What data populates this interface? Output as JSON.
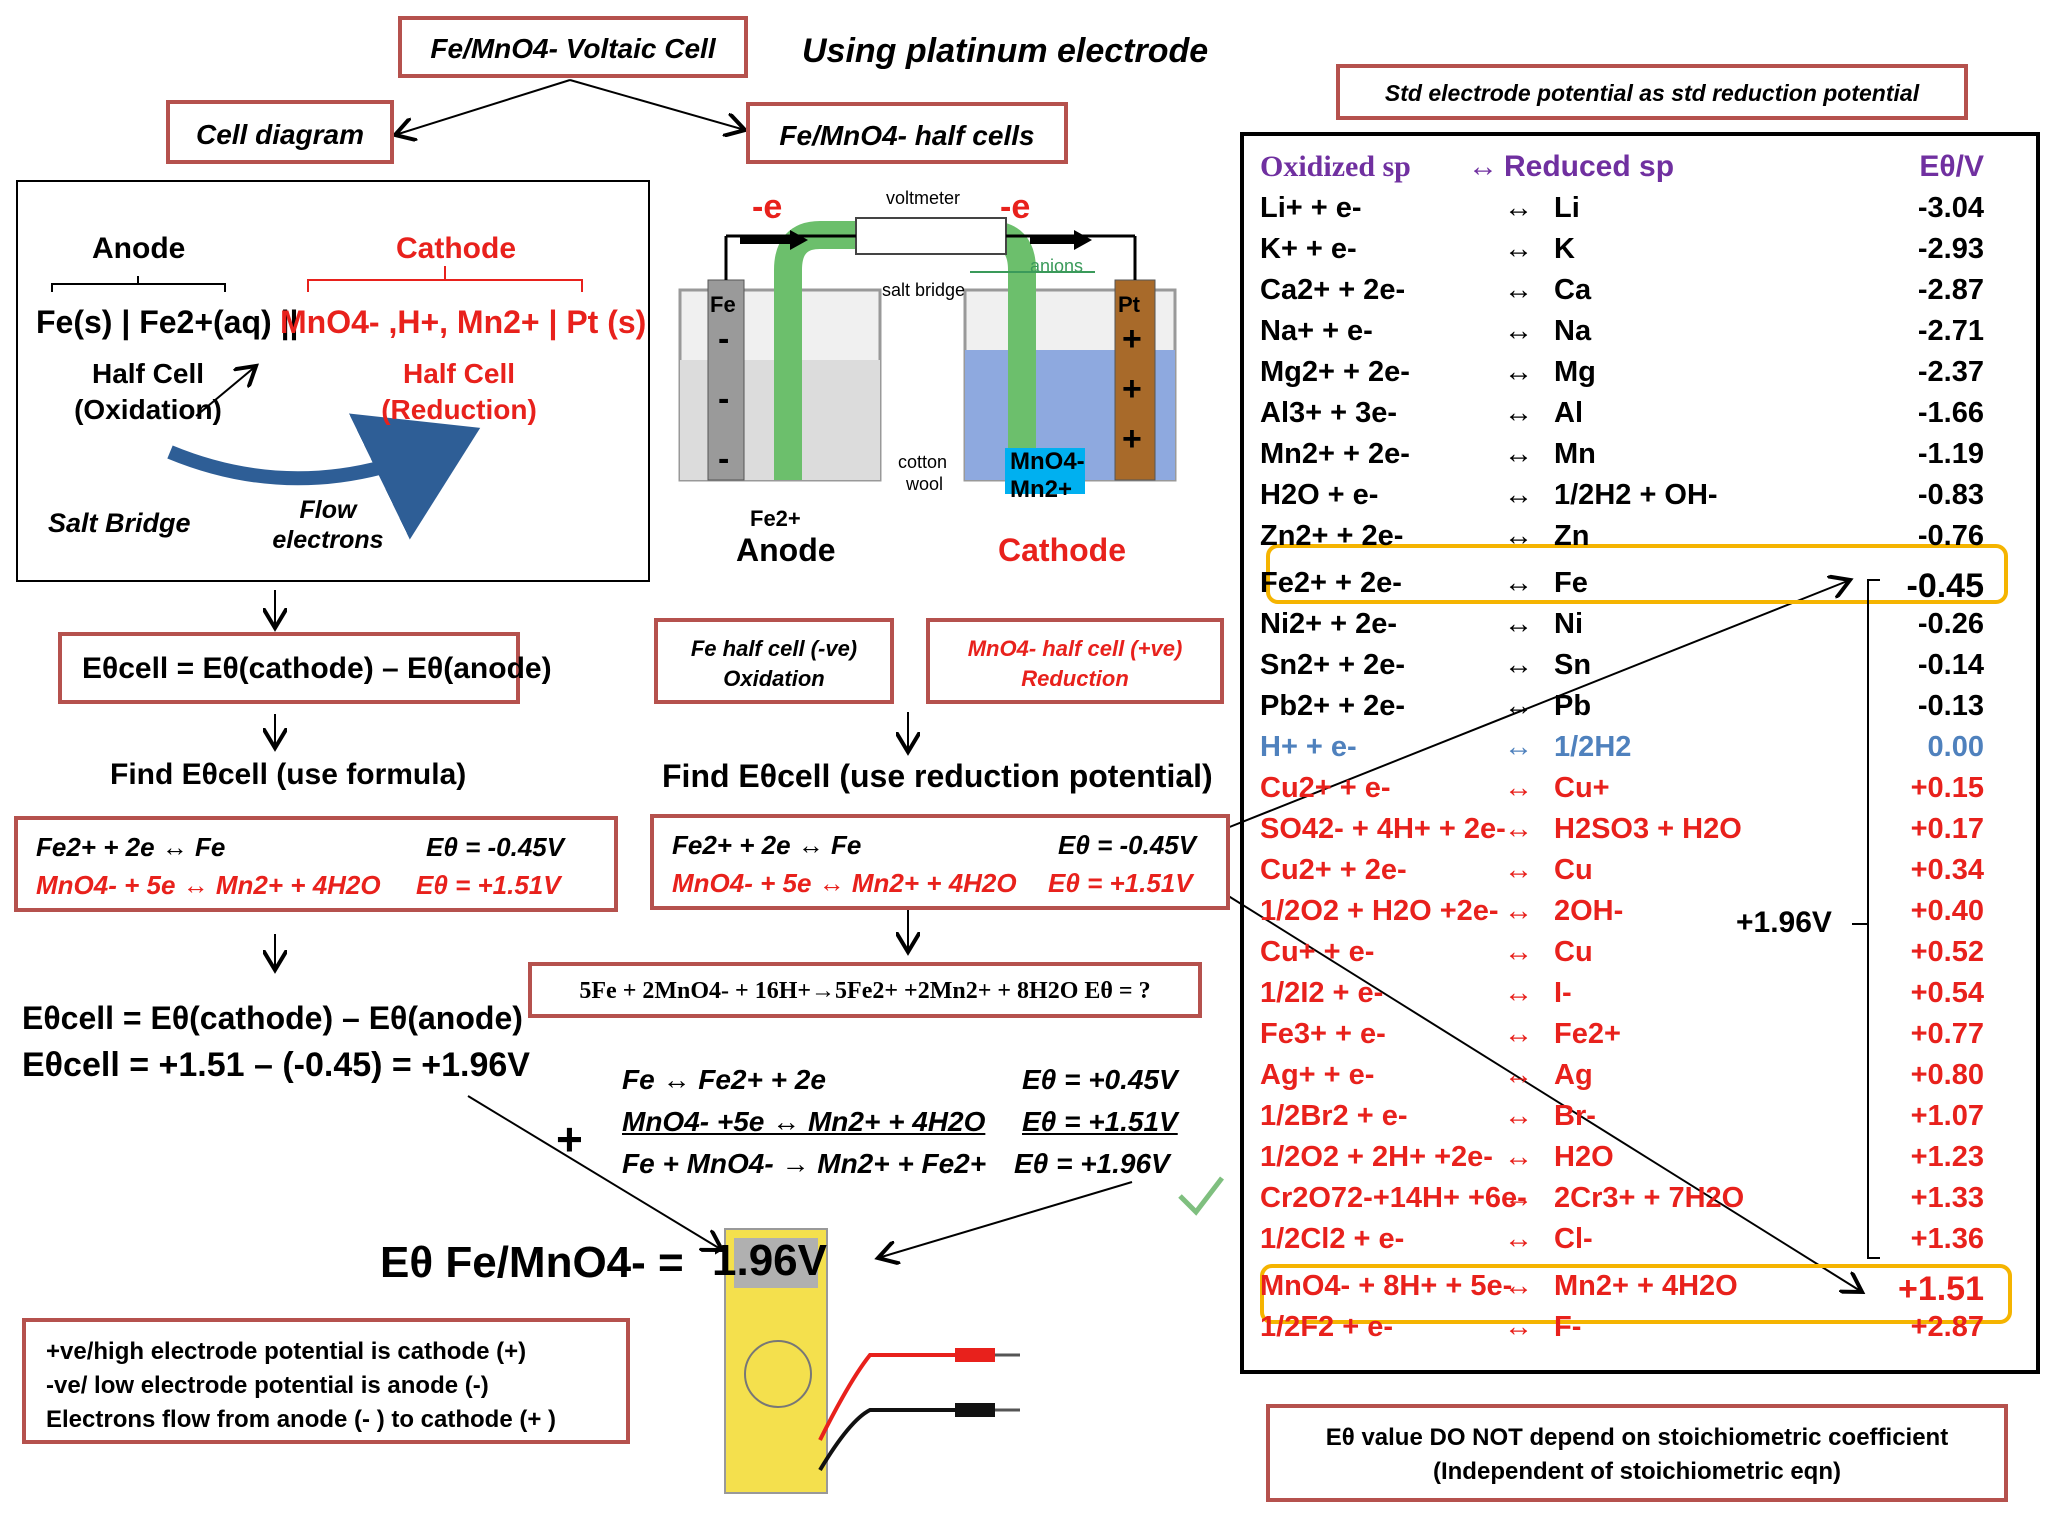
{
  "title": "Fe/MnO4- Voltaic Cell",
  "subtitle": "Using platinum electrode",
  "cell_diagram_label": "Cell diagram",
  "half_cells_label": "Fe/MnO4- half cells",
  "std_potential_label": "Std electrode potential as std reduction potential",
  "diagram": {
    "anode": "Anode",
    "cathode": "Cathode",
    "notation_left": "Fe(s) | Fe2+(aq) ||",
    "notation_right": "MnO4- ,H+, Mn2+ | Pt (s)",
    "half_ox_1": "Half Cell",
    "half_ox_2": "(Oxidation)",
    "half_red_1": "Half Cell",
    "half_red_2": "(Reduction)",
    "salt_bridge": "Salt Bridge",
    "flow_1": "Flow",
    "flow_2": "electrons"
  },
  "apparatus": {
    "voltmeter": "voltmeter",
    "e_left": "-e",
    "e_right": "-e",
    "anions": "anions",
    "salt_bridge": "salt bridge",
    "fe": "Fe",
    "pt": "Pt",
    "cotton": "cotton",
    "wool": "wool",
    "mno4": "MnO4-",
    "mn2": "Mn2+",
    "fe2": "Fe2+",
    "anode": "Anode",
    "cathode": "Cathode"
  },
  "fe_half_1": "Fe half cell (-ve)",
  "fe_half_2": "Oxidation",
  "mno4_half_1": "MnO4- half cell (+ve)",
  "mno4_half_2": "Reduction",
  "formula": "Eθcell = Eθ(cathode) – Eθ(anode)",
  "find_formula": "Find Eθcell (use formula)",
  "find_reduction": "Find Eθcell (use reduction potential)",
  "eq_fe": "Fe2+ + 2e ↔ Fe",
  "eq_fe_e": "Eθ = -0.45V",
  "eq_mn": "MnO4- + 5e ↔ Mn2+ + 4H2O",
  "eq_mn_e": "Eθ = +1.51V",
  "overall": "5Fe + 2MnO4- + 16H+→5Fe2+ +2Mn2+ + 8H2O Eθ = ?",
  "calc_1": "Eθcell = Eθ(cathode) – Eθ(anode)",
  "calc_2": "Eθcell = +1.51 – (-0.45) = +1.96V",
  "sum_1": "Fe ↔ Fe2+ + 2e",
  "sum_1e": "Eθ = +0.45V",
  "sum_2": "MnO4- +5e ↔ Mn2+ + 4H2O",
  "sum_2e": "Eθ = +1.51V",
  "sum_3": "Fe + MnO4- → Mn2+ + Fe2+",
  "sum_3e": "Eθ = +1.96V",
  "plus": "+",
  "result_label": "Eθ Fe/MnO4- =",
  "result_value": "1.96V",
  "notes": [
    "+ve/high electrode potential is cathode (+)",
    "-ve/ low electrode potential is anode (-)",
    "Electrons flow from anode (- ) to cathode (+ )"
  ],
  "note_bottom_1": "Eθ value DO NOT depend on stoichiometric coefficient",
  "note_bottom_2": "(Independent of stoichiometric eqn)",
  "table_header": {
    "ox": "Oxidized sp",
    "arrow": "↔",
    "red": "Reduced sp",
    "ev": "Eθ/V"
  },
  "table": [
    {
      "ox": "Li+ + e-",
      "red": "Li",
      "ev": "-3.04",
      "color": "#000000"
    },
    {
      "ox": "K+ + e-",
      "red": "K",
      "ev": "-2.93",
      "color": "#000000"
    },
    {
      "ox": "Ca2+ + 2e-",
      "red": "Ca",
      "ev": "-2.87",
      "color": "#000000"
    },
    {
      "ox": "Na+ + e-",
      "red": "Na",
      "ev": "-2.71",
      "color": "#000000"
    },
    {
      "ox": "Mg2+ + 2e-",
      "red": "Mg",
      "ev": "-2.37",
      "color": "#000000"
    },
    {
      "ox": "Al3+ + 3e-",
      "red": "Al",
      "ev": "-1.66",
      "color": "#000000"
    },
    {
      "ox": "Mn2+ + 2e-",
      "red": "Mn",
      "ev": "-1.19",
      "color": "#000000"
    },
    {
      "ox": "H2O + e-",
      "red": "1/2H2 + OH-",
      "ev": "-0.83",
      "color": "#000000"
    },
    {
      "ox": "Zn2+ + 2e-",
      "red": "Zn",
      "ev": "-0.76",
      "color": "#000000"
    },
    {
      "ox": "Fe2+ + 2e-",
      "red": "Fe",
      "ev": "-0.45",
      "color": "#000000"
    },
    {
      "ox": "Ni2+ + 2e-",
      "red": "Ni",
      "ev": "-0.26",
      "color": "#000000"
    },
    {
      "ox": "Sn2+ + 2e-",
      "red": "Sn",
      "ev": "-0.14",
      "color": "#000000"
    },
    {
      "ox": "Pb2+ + 2e-",
      "red": "Pb",
      "ev": "-0.13",
      "color": "#000000"
    },
    {
      "ox": "H+ + e-",
      "red": "1/2H2",
      "ev": "0.00",
      "color": "#4f81bd"
    },
    {
      "ox": "Cu2+ + e-",
      "red": "Cu+",
      "ev": "+0.15",
      "color": "#e8211c"
    },
    {
      "ox": "SO42- + 4H+ + 2e-",
      "red": "H2SO3 + H2O",
      "ev": "+0.17",
      "color": "#e8211c"
    },
    {
      "ox": "Cu2+ + 2e-",
      "red": "Cu",
      "ev": "+0.34",
      "color": "#e8211c"
    },
    {
      "ox": "1/2O2 + H2O +2e-",
      "red": "2OH-",
      "ev": "+0.40",
      "color": "#e8211c"
    },
    {
      "ox": "Cu+ + e-",
      "red": "Cu",
      "ev": "+0.52",
      "color": "#e8211c"
    },
    {
      "ox": "1/2I2 + e-",
      "red": "I-",
      "ev": "+0.54",
      "color": "#e8211c"
    },
    {
      "ox": "Fe3+ + e-",
      "red": "Fe2+",
      "ev": "+0.77",
      "color": "#e8211c"
    },
    {
      "ox": "Ag+ + e-",
      "red": "Ag",
      "ev": "+0.80",
      "color": "#e8211c"
    },
    {
      "ox": "1/2Br2 + e-",
      "red": "Br-",
      "ev": "+1.07",
      "color": "#e8211c"
    },
    {
      "ox": "1/2O2 + 2H+ +2e-",
      "red": "H2O",
      "ev": "+1.23",
      "color": "#e8211c"
    },
    {
      "ox": "Cr2O72-+14H+ +6e-",
      "red": "2Cr3+ + 7H2O",
      "ev": "+1.33",
      "color": "#e8211c"
    },
    {
      "ox": "1/2Cl2 + e-",
      "red": "Cl-",
      "ev": "+1.36",
      "color": "#e8211c"
    },
    {
      "ox": "MnO4- + 8H+ + 5e-",
      "red": "Mn2+ + 4H2O",
      "ev": "+1.51",
      "color": "#e8211c"
    },
    {
      "ox": "1/2F2 + e-",
      "red": "F-",
      "ev": "+2.87",
      "color": "#e8211c"
    }
  ],
  "bracket_value": "+1.96V",
  "colors": {
    "box_border": "#b5514d",
    "red": "#e8211c",
    "purple": "#7030a0",
    "blue": "#4f81bd",
    "highlight": "#f5b400",
    "curve": "#2e5e96"
  }
}
